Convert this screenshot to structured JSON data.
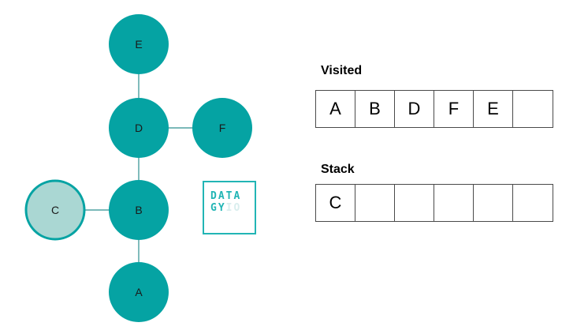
{
  "graph": {
    "nodes": [
      {
        "id": "E",
        "label": "E",
        "state": "default"
      },
      {
        "id": "D",
        "label": "D",
        "state": "default"
      },
      {
        "id": "F",
        "label": "F",
        "state": "default"
      },
      {
        "id": "B",
        "label": "B",
        "state": "default"
      },
      {
        "id": "C",
        "label": "C",
        "state": "current"
      },
      {
        "id": "A",
        "label": "A",
        "state": "default"
      }
    ],
    "edges": [
      [
        "E",
        "D"
      ],
      [
        "D",
        "F"
      ],
      [
        "D",
        "B"
      ],
      [
        "B",
        "C"
      ],
      [
        "B",
        "A"
      ]
    ]
  },
  "colors": {
    "node_fill": "#05a3a3",
    "node_current_fill": "#aad7d3",
    "node_current_stroke": "#05a3a3",
    "edge": "#2c8f8f",
    "logo": "#22b5b5"
  },
  "visited": {
    "title": "Visited",
    "cells": [
      "A",
      "B",
      "D",
      "F",
      "E",
      ""
    ]
  },
  "stack": {
    "title": "Stack",
    "cells": [
      "C",
      "",
      "",
      "",
      "",
      ""
    ]
  },
  "logo": {
    "line1": "DATA",
    "line2_main": "GY",
    "line2_faint": "IO"
  }
}
